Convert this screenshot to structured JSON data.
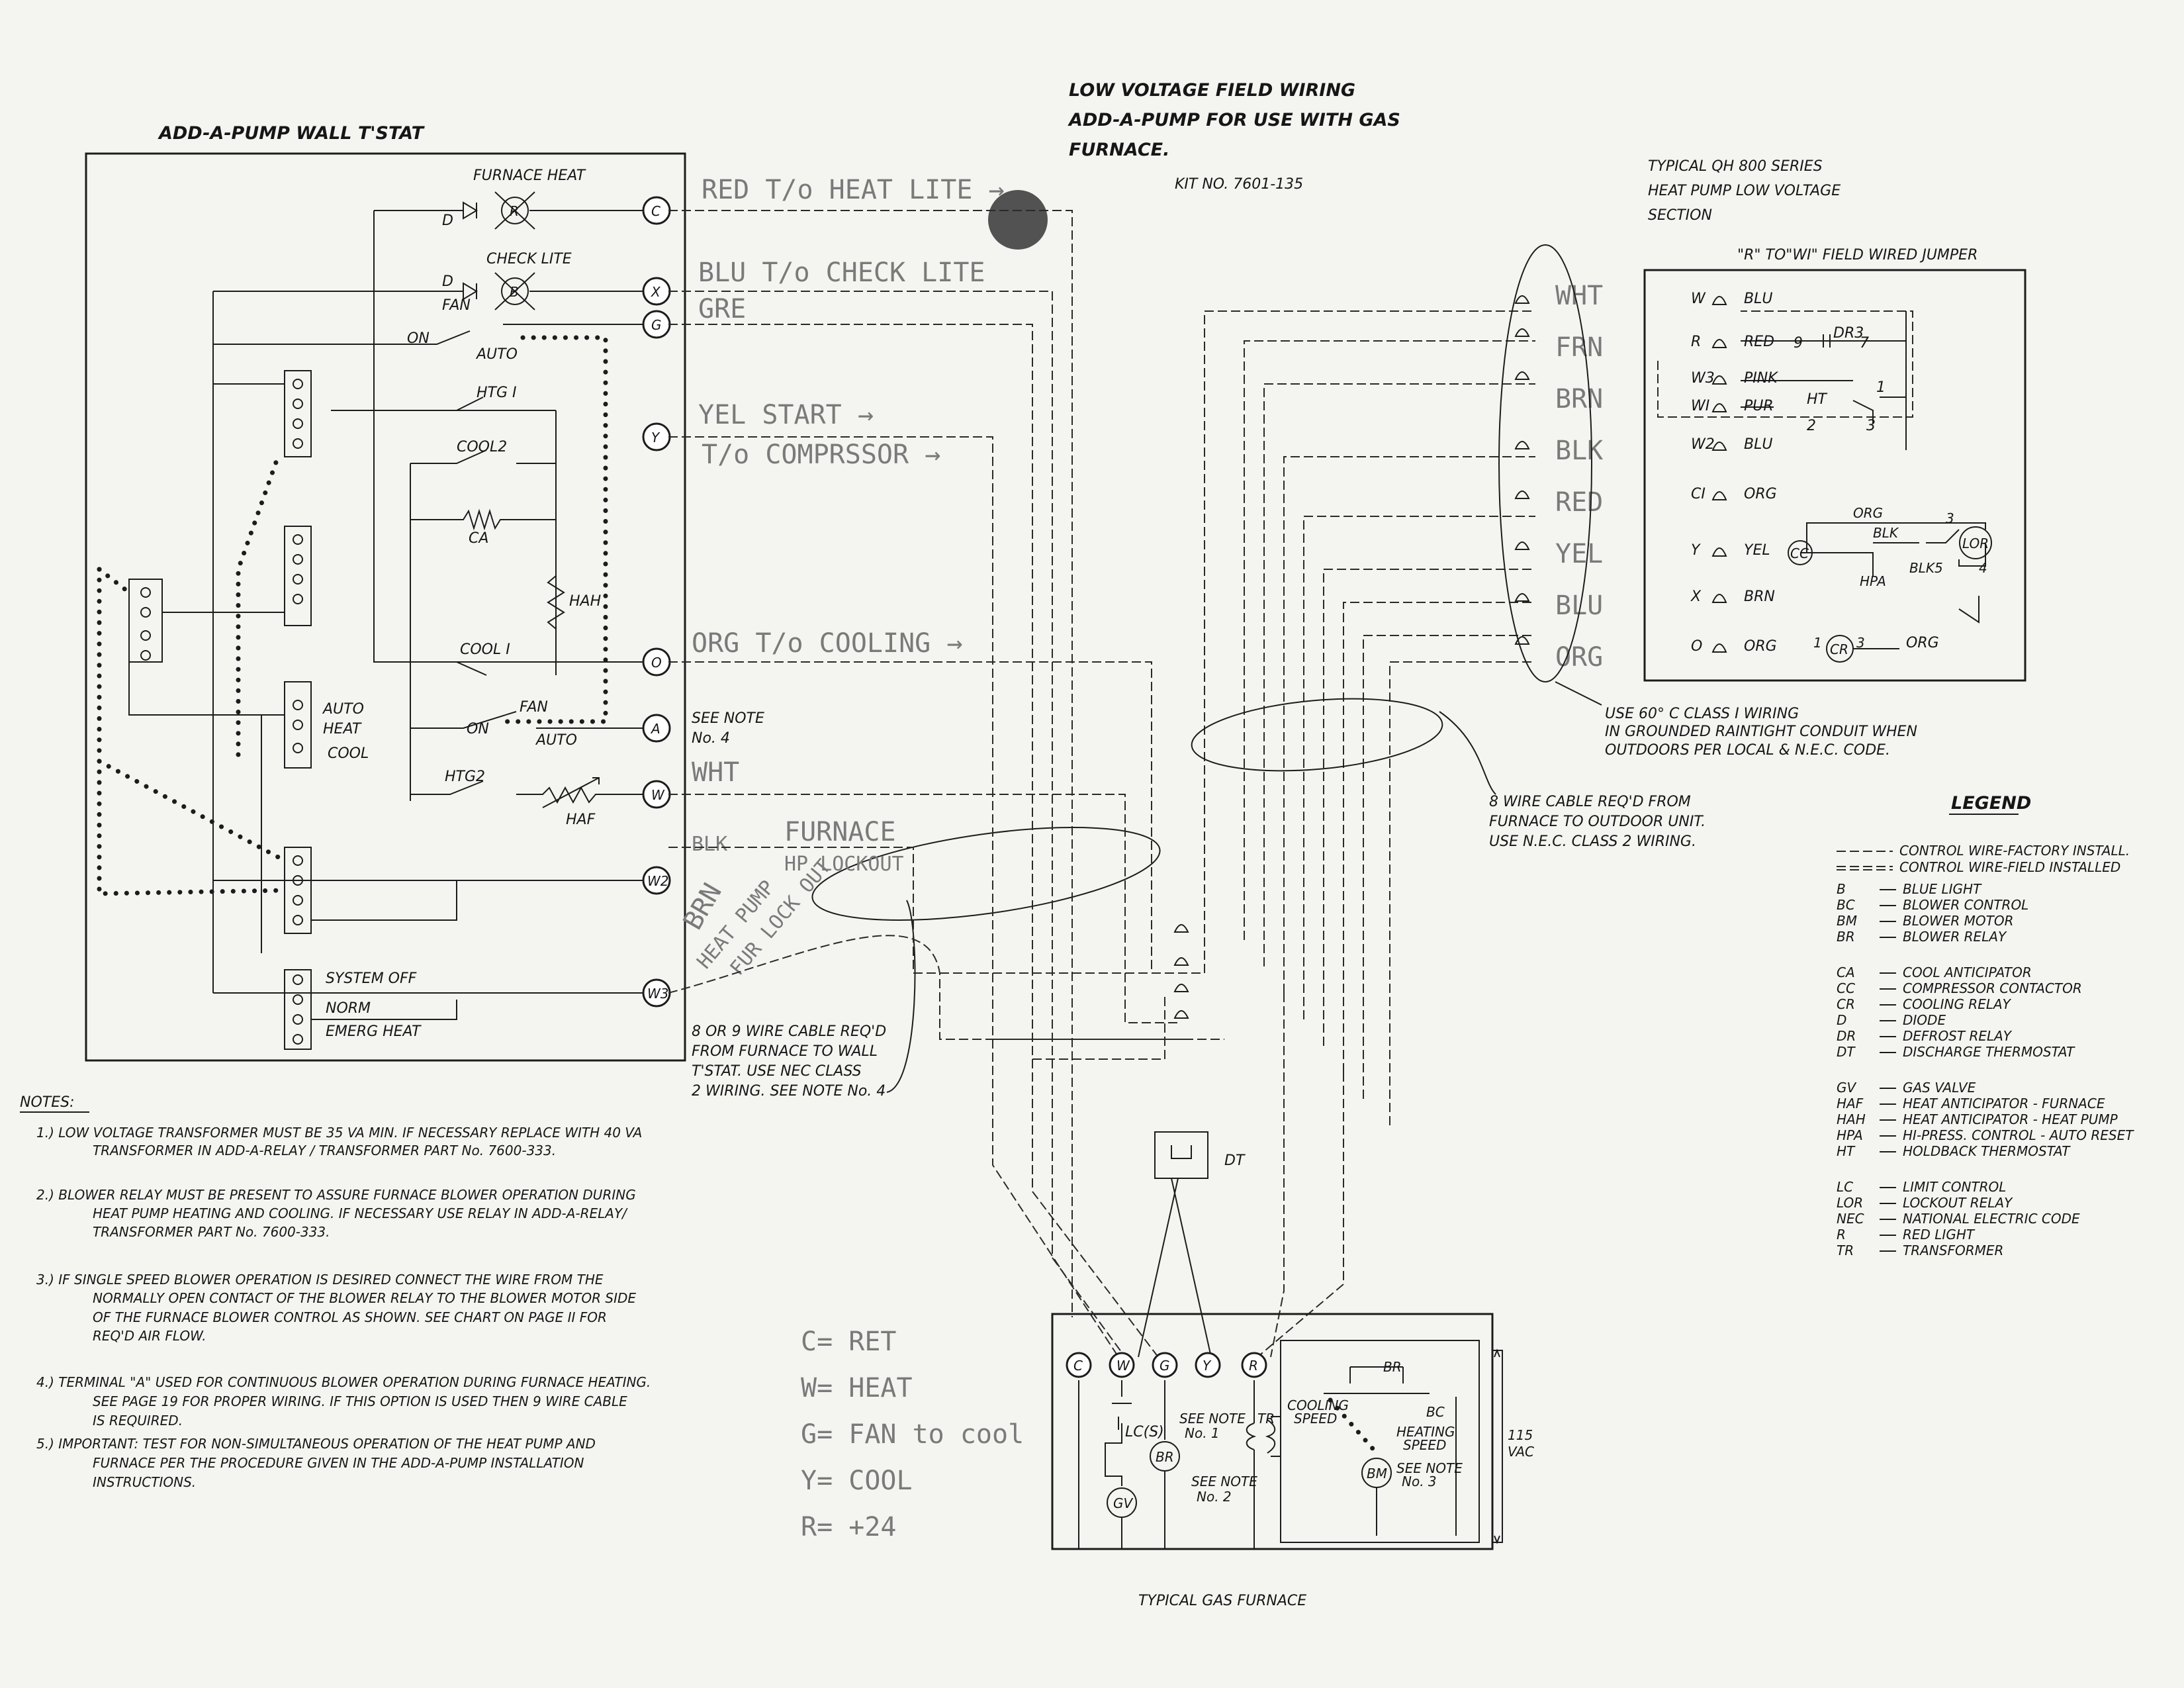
{
  "titles": {
    "main_line1": "LOW VOLTAGE FIELD WIRING",
    "main_line2": "ADD-A-PUMP FOR USE WITH GAS",
    "main_line3": "FURNACE.",
    "kit": "KIT NO. 7601-135",
    "tstat": "ADD-A-PUMP WALL T'STAT",
    "hp_line1": "TYPICAL QH 800 SERIES",
    "hp_line2": "HEAT PUMP LOW VOLTAGE",
    "hp_line3": "SECTION",
    "jumper": "\"R\" TO\"WI\" FIELD WIRED JUMPER",
    "furnace": "TYPICAL GAS FURNACE"
  },
  "tstat_terminals": [
    "C",
    "X",
    "G",
    "Y",
    "O",
    "A",
    "W",
    "W2",
    "W3"
  ],
  "tstat_labels": {
    "furnace_heat": "FURNACE HEAT",
    "check_lite": "CHECK LITE",
    "d1": "D",
    "d2": "D",
    "fan_top": "FAN",
    "on_top": "ON",
    "auto_top": "AUTO",
    "htg1": "HTG I",
    "cool2": "COOL2",
    "ca": "CA",
    "hah": "HAH",
    "cool1": "COOL I",
    "sw_auto": "AUTO",
    "sw_heat": "HEAT",
    "sw_cool": "COOL",
    "fan_mid": "FAN",
    "on_mid": "ON",
    "auto_mid": "AUTO",
    "htg2": "HTG2",
    "haf": "HAF",
    "sys_off": "SYSTEM OFF",
    "sys_norm": "NORM",
    "sys_emerg": "EMERG HEAT",
    "r_lamp": "R",
    "b_lamp": "B"
  },
  "see_note_a": [
    "SEE NOTE",
    "No. 4"
  ],
  "cable_9": [
    "8 OR 9 WIRE CABLE REQ'D",
    "FROM FURNACE TO WALL",
    "T'STAT. USE NEC CLASS",
    "2 WIRING. SEE NOTE No. 4"
  ],
  "cable_8": [
    "8 WIRE CABLE REQ'D FROM",
    "FURNACE TO OUTDOOR UNIT.",
    "USE N.E.C. CLASS 2 WIRING."
  ],
  "class1": [
    "USE 60° C CLASS I WIRING",
    "IN GROUNDED RAINTIGHT CONDUIT WHEN",
    "OUTDOORS PER LOCAL & N.E.C. CODE."
  ],
  "handwritten": {
    "red": "RED T/o HEAT LITE →",
    "blu": "BLU T/o CHECK LITE",
    "gre": "GRE",
    "yel1": "YEL START →",
    "yel2": "T/o COMPRSSOR →",
    "org": "ORG T/o COOLING →",
    "wht": "WHT",
    "blk": "BLK",
    "brn": "BRN",
    "furnace": "FURNACE",
    "hplock": "HP LOCKOUT",
    "heatpump": "HEAT PUMP",
    "furlock": "FUR LOCK OUT",
    "cable": [
      "WHT",
      "FRN",
      "BRN",
      "BLK",
      "RED",
      "YEL",
      "BLU",
      "ORG"
    ],
    "notes": [
      "C= RET",
      "W= HEAT",
      "G= FAN to cool",
      "Y= COOL",
      "R= +24"
    ]
  },
  "heatpump": {
    "rows": [
      {
        "term": "W",
        "color": "BLU"
      },
      {
        "term": "R",
        "color": "RED"
      },
      {
        "term": "W3",
        "color": "PINK"
      },
      {
        "term": "WI",
        "color": "PUR"
      },
      {
        "term": "W2",
        "color": "BLU"
      },
      {
        "term": "CI",
        "color": "ORG"
      },
      {
        "term": "Y",
        "color": "YEL"
      },
      {
        "term": "X",
        "color": "BRN"
      },
      {
        "term": "O",
        "color": "ORG"
      }
    ],
    "labels": {
      "dr3": "DR3",
      "n9": "9",
      "n7": "7",
      "ht": "HT",
      "h1": "1",
      "h2": "2",
      "h3": "3",
      "org_top": "ORG",
      "blk": "BLK",
      "lor": "LOR",
      "n3": "3",
      "hpa": "HPA",
      "blk5": "BLK5",
      "n4": "4",
      "cc": "CC",
      "cr": "CR",
      "o1": "1",
      "o3": "3",
      "org_right": "ORG"
    }
  },
  "furnace": {
    "terminals": [
      "C",
      "W",
      "G",
      "Y",
      "R"
    ],
    "labels": {
      "lcs": "LC(S)",
      "br": "BR",
      "gv": "GV",
      "sn1": "SEE NOTE",
      "sn1b": "No. 1",
      "sn2": "SEE NOTE",
      "sn2b": "No. 2",
      "tr": "TR",
      "cooling": "COOLING",
      "speed": "SPEED",
      "br_relay": "BR",
      "bc": "BC",
      "heating": "HEATING",
      "hspeed": "SPEED",
      "bm": "BM",
      "sn3": "SEE NOTE",
      "sn3b": "No. 3",
      "v115": "115",
      "vac": "VAC",
      "dt": "DT"
    }
  },
  "notes": {
    "heading": "NOTES:",
    "lines": [
      "1.) LOW VOLTAGE TRANSFORMER MUST BE 35 VA MIN. IF NECESSARY REPLACE WITH 40 VA",
      "TRANSFORMER IN ADD-A-RELAY / TRANSFORMER PART No. 7600-333.",
      "2.) BLOWER RELAY MUST BE PRESENT TO ASSURE FURNACE BLOWER OPERATION DURING",
      "HEAT PUMP HEATING AND COOLING. IF NECESSARY USE RELAY IN ADD-A-RELAY/",
      "TRANSFORMER PART No. 7600-333.",
      "3.) IF SINGLE SPEED BLOWER OPERATION IS DESIRED CONNECT THE WIRE FROM THE",
      "NORMALLY OPEN CONTACT OF THE BLOWER RELAY TO THE BLOWER MOTOR SIDE",
      "OF THE FURNACE BLOWER CONTROL AS SHOWN. SEE CHART ON PAGE II FOR",
      "REQ'D AIR FLOW.",
      "4.) TERMINAL \"A\" USED FOR CONTINUOUS BLOWER OPERATION DURING FURNACE HEATING.",
      "SEE PAGE 19 FOR PROPER WIRING. IF THIS OPTION IS USED THEN 9 WIRE CABLE",
      "IS REQUIRED.",
      "5.) IMPORTANT: TEST FOR NON-SIMULTANEOUS OPERATION OF THE HEAT PUMP AND",
      "FURNACE PER THE PROCEDURE GIVEN IN THE ADD-A-PUMP INSTALLATION",
      "INSTRUCTIONS."
    ]
  },
  "legend": {
    "heading": "LEGEND",
    "line_items": [
      {
        "label": "CONTROL WIRE-FACTORY INSTALL."
      },
      {
        "label": "CONTROL WIRE-FIELD INSTALLED"
      }
    ],
    "groups": [
      [
        [
          "B",
          "BLUE LIGHT"
        ],
        [
          "BC",
          "BLOWER CONTROL"
        ],
        [
          "BM",
          "BLOWER MOTOR"
        ],
        [
          "BR",
          "BLOWER RELAY"
        ]
      ],
      [
        [
          "CA",
          "COOL ANTICIPATOR"
        ],
        [
          "CC",
          "COMPRESSOR CONTACTOR"
        ],
        [
          "CR",
          "COOLING RELAY"
        ],
        [
          "D",
          "DIODE"
        ],
        [
          "DR",
          "DEFROST RELAY"
        ],
        [
          "DT",
          "DISCHARGE THERMOSTAT"
        ]
      ],
      [
        [
          "GV",
          "GAS VALVE"
        ],
        [
          "HAF",
          "HEAT ANTICIPATOR - FURNACE"
        ],
        [
          "HAH",
          "HEAT ANTICIPATOR - HEAT PUMP"
        ],
        [
          "HPA",
          "HI-PRESS. CONTROL - AUTO RESET"
        ],
        [
          "HT",
          "HOLDBACK THERMOSTAT"
        ]
      ],
      [
        [
          "LC",
          "LIMIT CONTROL"
        ],
        [
          "LOR",
          "LOCKOUT RELAY"
        ],
        [
          "NEC",
          "NATIONAL ELECTRIC CODE"
        ],
        [
          "R",
          "RED LIGHT"
        ],
        [
          "TR",
          "TRANSFORMER"
        ]
      ]
    ]
  }
}
